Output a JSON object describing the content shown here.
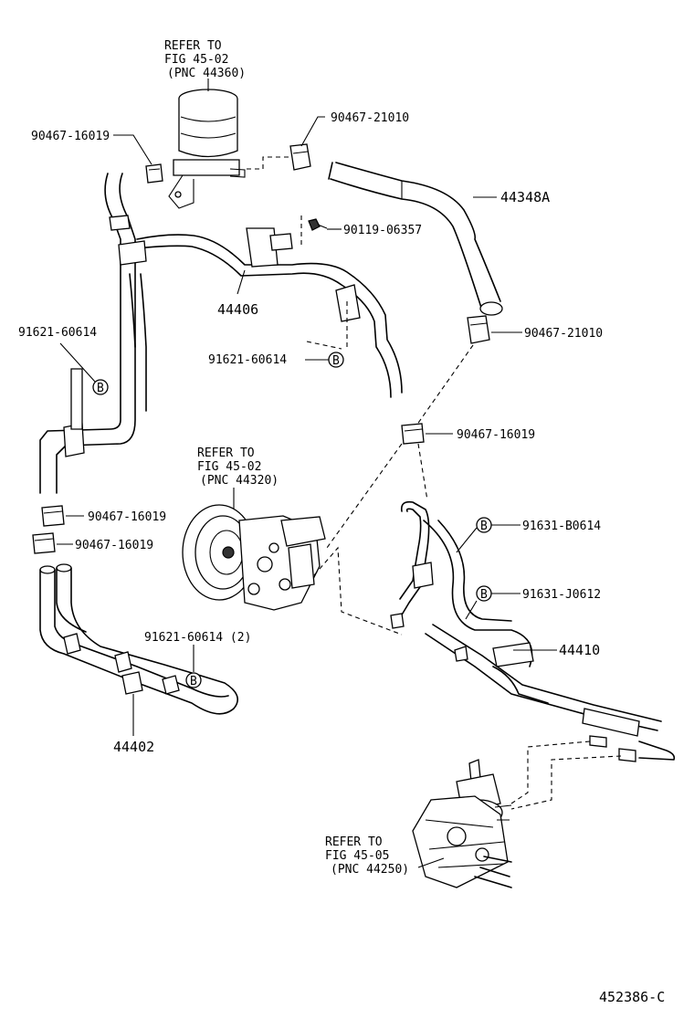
{
  "callouts": {
    "refer_reservoir": [
      "REFER TO",
      "FIG 45-02",
      "(PNC 44360)"
    ],
    "refer_pump": [
      "REFER TO",
      "FIG 45-02",
      "(PNC 44320)"
    ],
    "refer_gear": [
      "REFER TO",
      "FIG 45-05",
      "(PNC 44250)"
    ]
  },
  "labels": {
    "p90467_16019_top": "90467-16019",
    "p90467_21010_top": "90467-21010",
    "p44348A": "44348A",
    "p90119_06357": "90119-06357",
    "p44406": "44406",
    "p91621_60614_left": "91621-60614",
    "p91621_60614_mid": "91621-60614",
    "p90467_21010_right": "90467-21010",
    "p90467_16019_right": "90467-16019",
    "p90467_16019_leftA": "90467-16019",
    "p90467_16019_leftB": "90467-16019",
    "p91631_B0614": "91631-B0614",
    "p91631_J0612": "91631-J0612",
    "p44410": "44410",
    "p91621_60614_2": "91621-60614 (2)",
    "p44402": "44402",
    "marker_b": "B",
    "diagram_id": "452386-C"
  },
  "icons": [
    "reservoir-icon",
    "pump-pulley-icon",
    "steering-gear-icon",
    "hose-clamp-icon",
    "bolt-icon"
  ]
}
